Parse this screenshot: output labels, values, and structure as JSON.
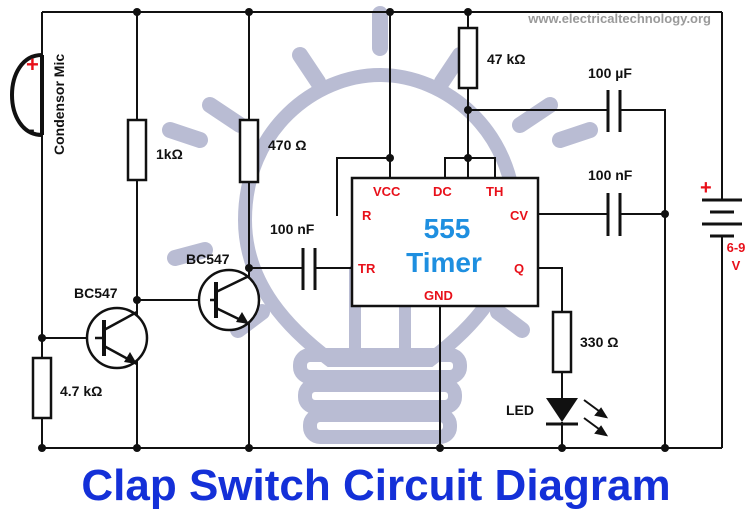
{
  "colors": {
    "wire": "#111111",
    "pin_label": "#e8101a",
    "timer_text": "#1e8fe0",
    "title": "#1430d8",
    "watermark": "#9a9a9a",
    "bulb": "#b9bcd3"
  },
  "watermark": "www.electricaltechnology.org",
  "title": "Clap Switch Circuit Diagram",
  "mic": {
    "label": "Condensor Mic",
    "plus": "+",
    "minus": "-"
  },
  "resistors": {
    "r1": "1kΩ",
    "r2": "470 Ω",
    "r3": "47 kΩ",
    "r4": "4.7 kΩ",
    "r5": "330 Ω"
  },
  "capacitors": {
    "c_couple": "100 nF",
    "c_timing": "100 µF",
    "c_cv": "100 nF"
  },
  "transistors": {
    "q1": "BC547",
    "q2": "BC547"
  },
  "timer": {
    "line1": "555",
    "line2": "Timer",
    "pins": {
      "vcc": "VCC",
      "dc": "DC",
      "th": "TH",
      "r": "R",
      "cv": "CV",
      "tr": "TR",
      "q": "Q",
      "gnd": "GND"
    }
  },
  "led": {
    "label": "LED"
  },
  "battery": {
    "plus": "+",
    "minus": "-",
    "voltage_line1": "6-9",
    "voltage_line2": "V"
  },
  "icons": {
    "background": "lightbulb-icon"
  }
}
